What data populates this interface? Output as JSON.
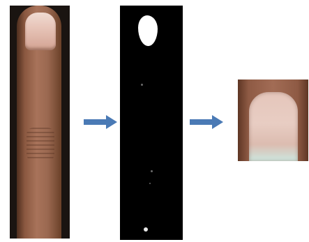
{
  "figure": {
    "panels": [
      {
        "name": "finger-photo"
      },
      {
        "name": "binary-mask"
      },
      {
        "name": "cropped-nail"
      }
    ],
    "arrows": 2,
    "arrow_color": "#4a7ab5",
    "mask_foreground_color": "#ffffff",
    "mask_background_color": "#000000"
  }
}
